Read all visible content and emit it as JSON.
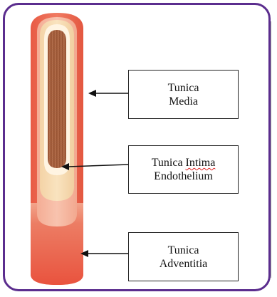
{
  "colors": {
    "frame_border": "#5b2d8e",
    "adventitia": "#e8705a",
    "media": "#f6b9a4",
    "intima": "#f6dcb2",
    "endothelium": "#fff6e6",
    "lumen": "#a9603e"
  },
  "labels": {
    "media": {
      "line1": "Tunica",
      "line2": "Media"
    },
    "intima": {
      "line1a": "Tunica ",
      "line1b": "Intima",
      "line2": "Endothelium"
    },
    "adventitia": {
      "line1": "Tunica",
      "line2": "Adventitia"
    }
  }
}
